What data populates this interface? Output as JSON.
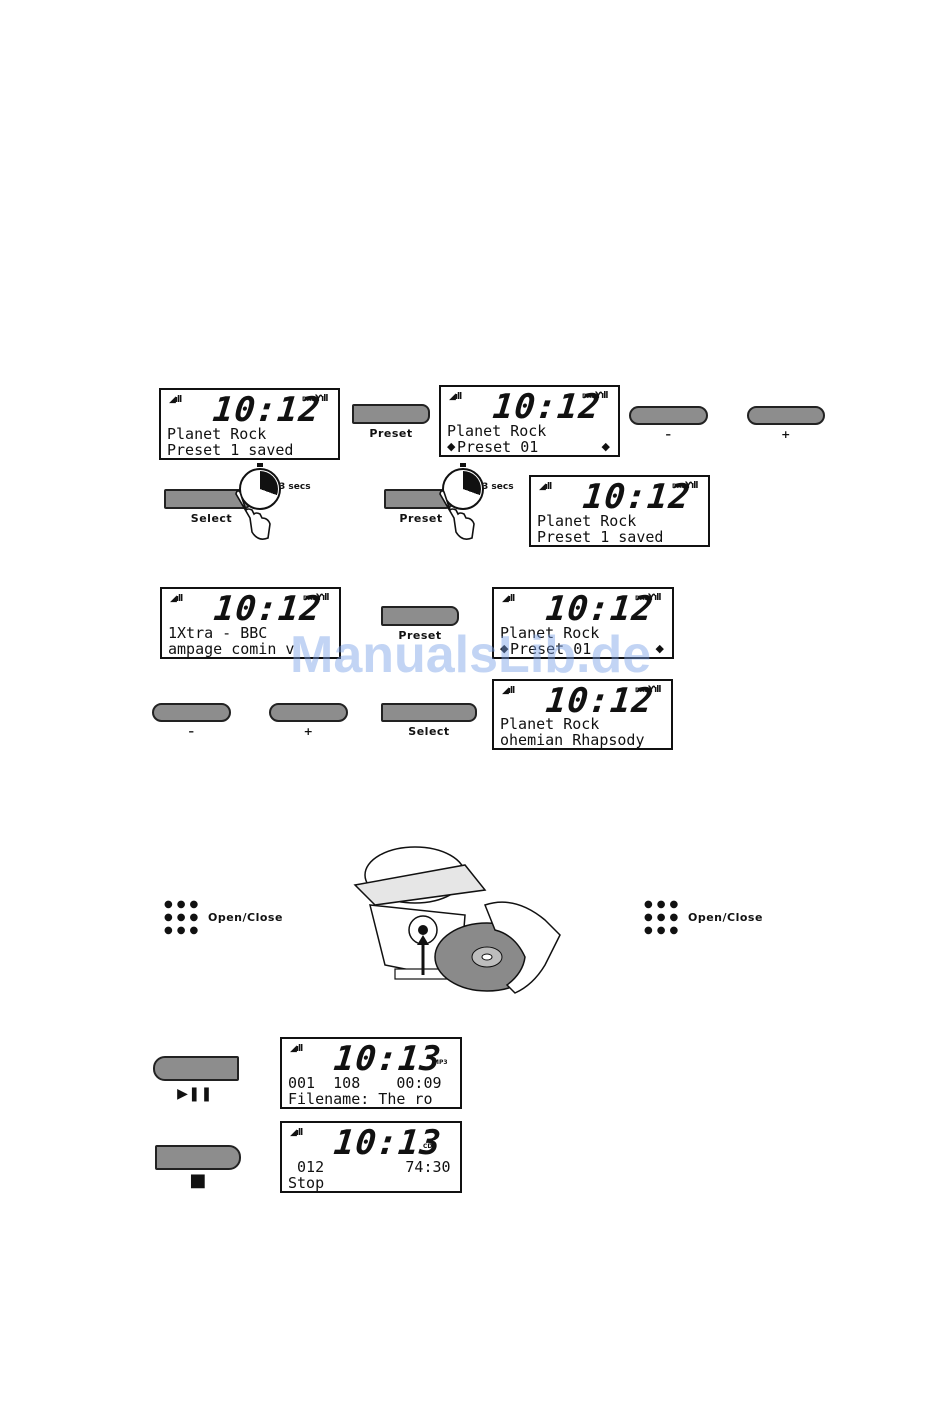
{
  "screens": {
    "s1": {
      "clock": "10:12",
      "mode": "DAB",
      "line1": "Planet Rock",
      "line2": "Preset 1 saved"
    },
    "s2": {
      "clock": "10:12",
      "mode": "DAB",
      "line1": "Planet Rock",
      "line2": "Preset 01",
      "arrows": "◆"
    },
    "s3": {
      "clock": "10:12",
      "mode": "DAB",
      "line1": "Planet Rock",
      "line2": "Preset 1 saved"
    },
    "s4": {
      "clock": "10:12",
      "mode": "DAB",
      "line1": "1Xtra - BBC",
      "line2": "ampage comin v"
    },
    "s5": {
      "clock": "10:12",
      "mode": "DAB",
      "line1": "Planet Rock",
      "line2": "Preset 01",
      "arrows": "◆"
    },
    "s6": {
      "clock": "10:12",
      "mode": "DAB",
      "line1": "Planet Rock",
      "line2": "ohemian Rhapsody"
    },
    "s7": {
      "clock": "10:13",
      "mode": "MP3",
      "line1": "001  108    00:09",
      "line2": "Filename: The ro"
    },
    "s8": {
      "clock": "10:13",
      "mode": "CD",
      "line1": " 012         74:30",
      "line2": "Stop"
    }
  },
  "buttons": {
    "preset": "Preset",
    "minus": "–",
    "plus": "+",
    "select": "Select",
    "open_close": "Open/Close",
    "play_pause": "▶❚❚",
    "stop": "■"
  },
  "timer": {
    "label": "3 secs"
  },
  "watermark": "ManualsLib.de",
  "icons": {
    "signal": "signal-icon",
    "antenna": "antenna-icon",
    "hand": "hand-icon",
    "cd": "cd-disc-icon"
  }
}
